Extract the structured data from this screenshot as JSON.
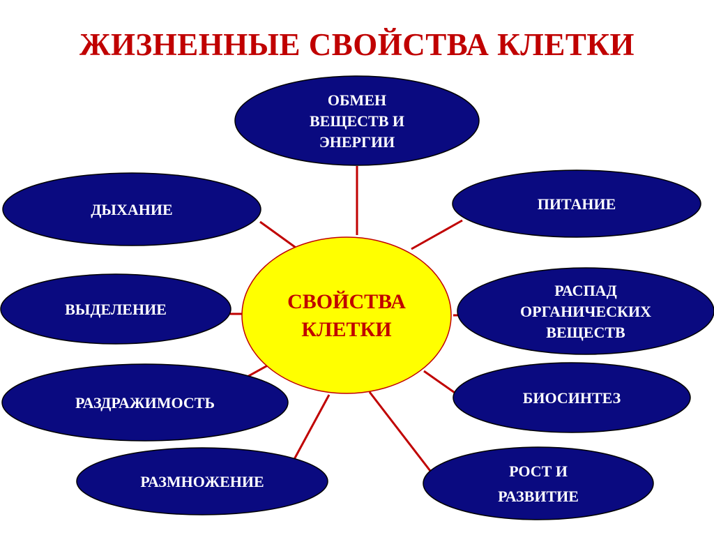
{
  "title": "ЖИЗНЕННЫЕ СВОЙСТВА КЛЕТКИ",
  "colors": {
    "title": "#c00000",
    "node_fill": "#0a0a80",
    "node_stroke": "#000000",
    "center_fill": "#ffff00",
    "center_text": "#c00000",
    "connector": "#c00000"
  },
  "center": {
    "lines": [
      "СВОЙСТВА",
      "КЛЕТКИ"
    ]
  },
  "nodes": [
    {
      "id": "obmen",
      "lines": [
        "ОБМЕН",
        "ВЕЩЕСТВ И",
        "ЭНЕРГИИ"
      ]
    },
    {
      "id": "pitanie",
      "lines": [
        "ПИТАНИЕ"
      ]
    },
    {
      "id": "raspad",
      "lines": [
        "РАСПАД",
        "ОРГАНИЧЕСКИХ",
        "ВЕЩЕСТВ"
      ]
    },
    {
      "id": "biosintez",
      "lines": [
        "БИОСИНТЕЗ"
      ]
    },
    {
      "id": "rost",
      "lines": [
        "РОСТ И",
        "РАЗВИТИЕ"
      ]
    },
    {
      "id": "razmnozhenie",
      "lines": [
        "РАЗМНОЖЕНИЕ"
      ]
    },
    {
      "id": "razdrazhimost",
      "lines": [
        "РАЗДРАЖИМОСТЬ"
      ]
    },
    {
      "id": "vydelenie",
      "lines": [
        "ВЫДЕЛЕНИЕ"
      ]
    },
    {
      "id": "dykhanie",
      "lines": [
        "ДЫХАНИЕ"
      ]
    }
  ]
}
